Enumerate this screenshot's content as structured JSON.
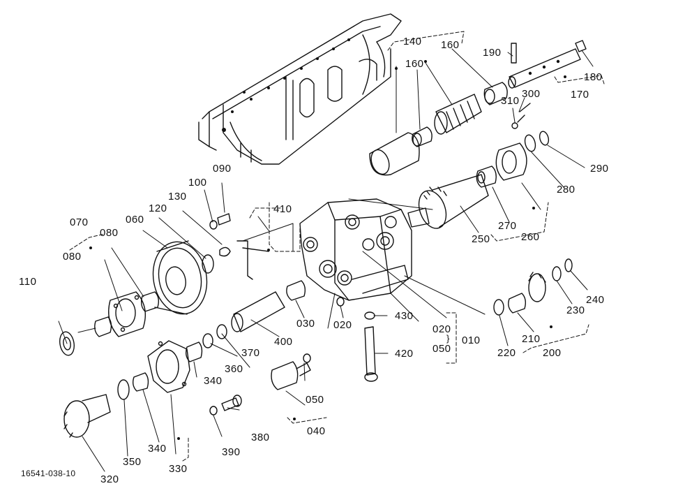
{
  "drawing_code": "16541-038-10",
  "parts": [
    {
      "id": "p010",
      "text": "010"
    },
    {
      "id": "p020a",
      "text": "020"
    },
    {
      "id": "p020b",
      "text": "020"
    },
    {
      "id": "p030",
      "text": "030"
    },
    {
      "id": "p040",
      "text": "040"
    },
    {
      "id": "p050a",
      "text": "050"
    },
    {
      "id": "p050b",
      "text": "050"
    },
    {
      "id": "p060",
      "text": "060"
    },
    {
      "id": "p070",
      "text": "070"
    },
    {
      "id": "p080a",
      "text": "080"
    },
    {
      "id": "p080b",
      "text": "080"
    },
    {
      "id": "p090",
      "text": "090"
    },
    {
      "id": "p100",
      "text": "100"
    },
    {
      "id": "p110",
      "text": "110"
    },
    {
      "id": "p120",
      "text": "120"
    },
    {
      "id": "p130",
      "text": "130"
    },
    {
      "id": "p140",
      "text": "140"
    },
    {
      "id": "p160a",
      "text": "160"
    },
    {
      "id": "p160b",
      "text": "160"
    },
    {
      "id": "p170",
      "text": "170"
    },
    {
      "id": "p180",
      "text": "180"
    },
    {
      "id": "p190",
      "text": "190"
    },
    {
      "id": "p200",
      "text": "200"
    },
    {
      "id": "p210",
      "text": "210"
    },
    {
      "id": "p220",
      "text": "220"
    },
    {
      "id": "p230",
      "text": "230"
    },
    {
      "id": "p240",
      "text": "240"
    },
    {
      "id": "p250",
      "text": "250"
    },
    {
      "id": "p260",
      "text": "260"
    },
    {
      "id": "p270",
      "text": "270"
    },
    {
      "id": "p280",
      "text": "280"
    },
    {
      "id": "p290",
      "text": "290"
    },
    {
      "id": "p300",
      "text": "300"
    },
    {
      "id": "p310",
      "text": "310"
    },
    {
      "id": "p320",
      "text": "320"
    },
    {
      "id": "p330",
      "text": "330"
    },
    {
      "id": "p340a",
      "text": "340"
    },
    {
      "id": "p340b",
      "text": "340"
    },
    {
      "id": "p350",
      "text": "350"
    },
    {
      "id": "p360",
      "text": "360"
    },
    {
      "id": "p370",
      "text": "370"
    },
    {
      "id": "p380",
      "text": "380"
    },
    {
      "id": "p390",
      "text": "390"
    },
    {
      "id": "p400",
      "text": "400"
    },
    {
      "id": "p410",
      "text": "410"
    },
    {
      "id": "p420",
      "text": "420"
    },
    {
      "id": "p430",
      "text": "430"
    }
  ]
}
